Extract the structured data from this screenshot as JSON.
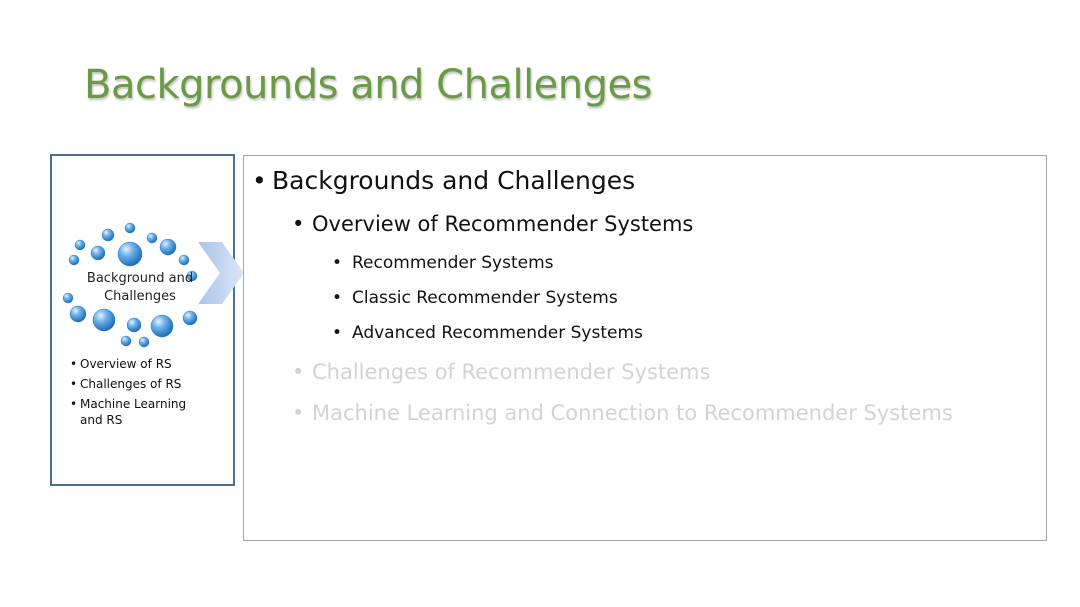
{
  "slide": {
    "title": "Backgrounds and Challenges"
  },
  "nav_panel": {
    "heading_line1": "Background and",
    "heading_line2": "Challenges",
    "items": [
      {
        "label": "Overview of RS"
      },
      {
        "label": "Challenges of RS"
      },
      {
        "label": "Machine Learning and RS"
      }
    ],
    "border_color": "#4a6f99",
    "bubble_color": "#3d8fd6"
  },
  "outline": {
    "main": "Backgrounds and Challenges",
    "sections": [
      {
        "label": "Overview of Recommender Systems",
        "active": true,
        "subitems": [
          "Recommender Systems",
          "Classic Recommender Systems",
          "Advanced Recommender Systems"
        ]
      },
      {
        "label": "Challenges of Recommender Systems",
        "active": false
      },
      {
        "label": "Machine Learning and Connection to Recommender Systems",
        "active": false
      }
    ]
  },
  "colors": {
    "title": "#6a9a43",
    "dimmed_text": "#d3d3d3",
    "chevron": "#c5d6ee"
  }
}
